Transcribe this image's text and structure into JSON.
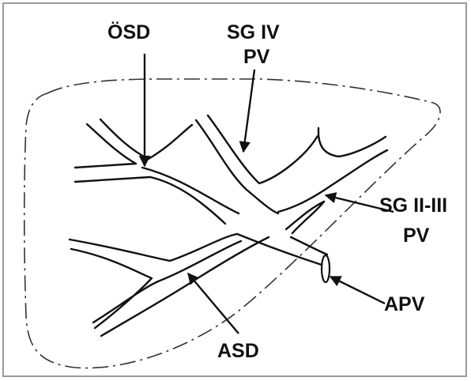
{
  "labels": {
    "osd": "ÖSD",
    "sg4_line1": "SG IV",
    "sg4_line2": "PV",
    "sg23_line1": "SG II-III",
    "sg23_line2": "PV",
    "apv": "APV",
    "asd": "ASD"
  },
  "colors": {
    "ink": "#111111",
    "background": "#ffffff"
  }
}
